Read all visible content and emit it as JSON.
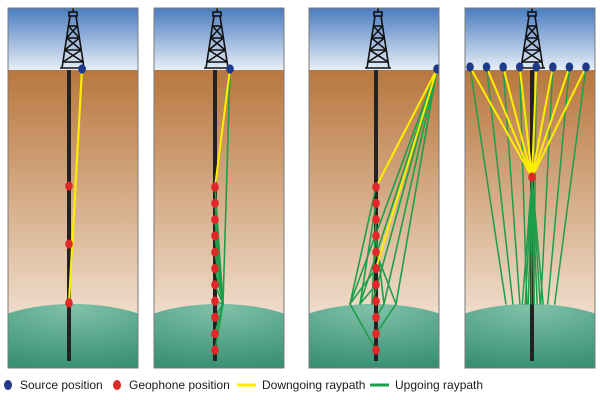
{
  "colors": {
    "sky_top": "#4a7cc0",
    "sky_bottom": "#e7eef6",
    "earth_top": "#b8773e",
    "earth_bottom": "#fbf3ea",
    "reflector": "#2f8a6c",
    "well": "#222222",
    "source": "#1f3a8a",
    "geophone": "#e02828",
    "downgoing": "#ffee00",
    "upgoing": "#1e9e4a",
    "derrick": "#111111"
  },
  "legend": [
    {
      "key": "source",
      "label": "Source position",
      "marker": "source-marker"
    },
    {
      "key": "geophone",
      "label": "Geophone position",
      "marker": "geophone-marker"
    },
    {
      "key": "downgoing",
      "label": "Downgoing raypath",
      "marker": "line"
    },
    {
      "key": "upgoing",
      "label": "Upgoing raypath",
      "marker": "line"
    }
  ],
  "panels": [
    {
      "name": "zero-offset-vsp",
      "geophone_count": 3,
      "source_count": 1,
      "source_offset": "near-well"
    },
    {
      "name": "zero-offset-vsp-array",
      "geophone_count": 11,
      "source_count": 1,
      "source_offset": "near-well"
    },
    {
      "name": "offset-vsp",
      "geophone_count": 11,
      "source_count": 1,
      "source_offset": "far"
    },
    {
      "name": "walkaway-vsp",
      "geophone_count": 1,
      "source_count": 8,
      "source_offset": "multiple"
    }
  ]
}
